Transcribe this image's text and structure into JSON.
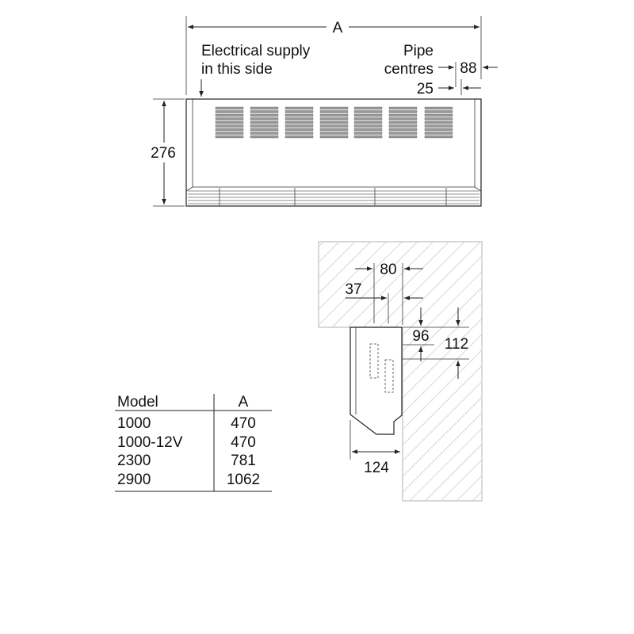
{
  "front_view": {
    "width_label": "A",
    "height_label": "276",
    "electrical_note_line1": "Electrical supply",
    "electrical_note_line2": "in this side",
    "pipe_label_line1": "Pipe",
    "pipe_label_line2": "centres",
    "pipe_dim_outer": "88",
    "pipe_dim_inner": "25"
  },
  "section_view": {
    "dim_80": "80",
    "dim_37": "37",
    "dim_96": "96",
    "dim_112": "112",
    "dim_124": "124"
  },
  "table": {
    "headers": [
      "Model",
      "A"
    ],
    "rows": [
      [
        "1000",
        "470"
      ],
      [
        "1000-12V",
        "470"
      ],
      [
        "2300",
        "781"
      ],
      [
        "2900",
        "1062"
      ]
    ]
  }
}
